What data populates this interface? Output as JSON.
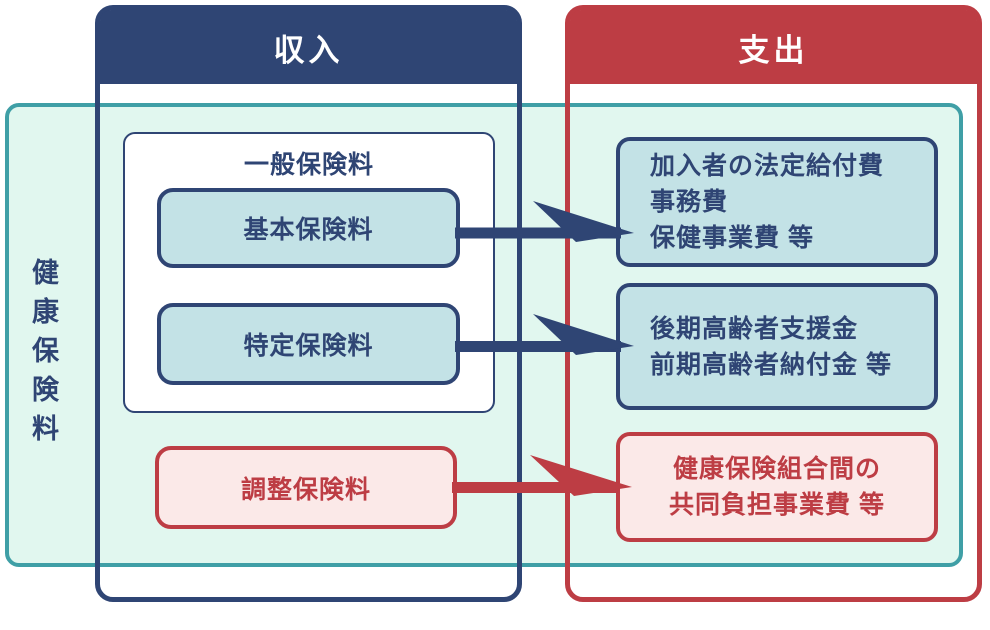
{
  "colors": {
    "navy": "#2f4574",
    "red": "#bd3d44",
    "mint_bg": "#e1f7ef",
    "teal_border": "#3f9fa6",
    "light_blue_fill": "#c3e2e6",
    "pink_fill": "#fbe9e8"
  },
  "row_label": "健康保険料",
  "income_column": {
    "header": "収入",
    "group": {
      "title": "一般保険料",
      "items": [
        {
          "label": "基本保険料"
        },
        {
          "label": "特定保険料"
        }
      ]
    },
    "adjustment_item": {
      "label": "調整保険料"
    }
  },
  "expense_column": {
    "header": "支出",
    "boxes": [
      {
        "type": "blue",
        "lines": [
          "加入者の法定給付費",
          "事務費",
          "保健事業費 等"
        ]
      },
      {
        "type": "blue",
        "lines": [
          "後期高齢者支援金",
          "前期高齢者納付金 等"
        ]
      },
      {
        "type": "red",
        "lines": [
          "健康保険組合間の",
          "共同負担事業費 等"
        ]
      }
    ]
  },
  "arrows": [
    {
      "name": "basic-to-benefits",
      "color": "navy"
    },
    {
      "name": "specific-to-elderly",
      "color": "navy"
    },
    {
      "name": "adjustment-to-joint",
      "color": "red"
    }
  ]
}
